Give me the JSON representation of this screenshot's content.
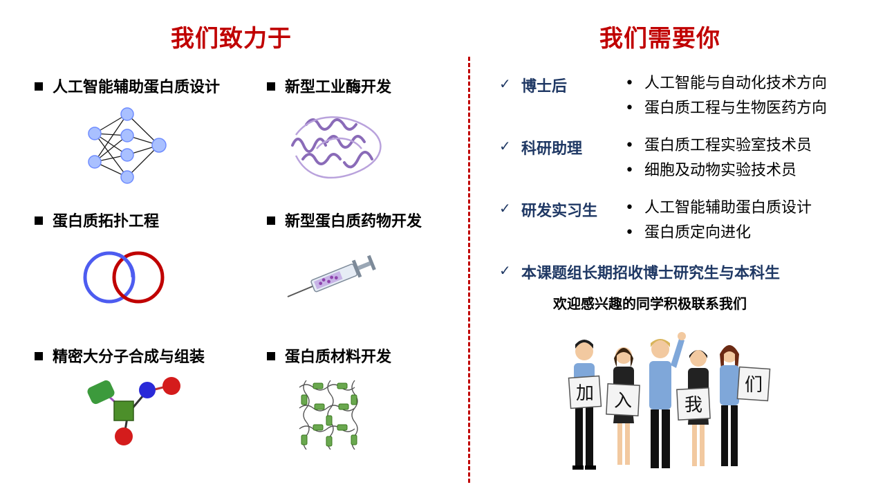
{
  "left": {
    "title": "我们致力于",
    "items": [
      {
        "label": "人工智能辅助蛋白质设计",
        "icon": "neural-network-icon"
      },
      {
        "label": "新型工业酶开发",
        "icon": "protein-structure-icon"
      },
      {
        "label": "蛋白质拓扑工程",
        "icon": "interlocked-rings-icon"
      },
      {
        "label": "新型蛋白质药物开发",
        "icon": "syringe-icon"
      },
      {
        "label": "精密大分子合成与组装",
        "icon": "molecular-assembly-icon"
      },
      {
        "label": "蛋白质材料开发",
        "icon": "protein-network-icon"
      }
    ]
  },
  "right": {
    "title": "我们需要你",
    "positions": [
      {
        "name": "博士后",
        "bullets": [
          "人工智能与自动化技术方向",
          "蛋白质工程与生物医药方向"
        ]
      },
      {
        "name": "科研助理",
        "bullets": [
          "蛋白质工程实验室技术员",
          "细胞及动物实验技术员"
        ]
      },
      {
        "name": "研发实习生",
        "bullets": [
          "人工智能辅助蛋白质设计",
          "蛋白质定向进化"
        ]
      }
    ],
    "recruit": "本课题组长期招收博士研究生与本科生",
    "welcome": "欢迎感兴趣的同学积极联系我们",
    "signs": [
      "加",
      "入",
      "我",
      "们"
    ]
  },
  "colors": {
    "accent": "#c00000",
    "navy": "#1f3864"
  }
}
